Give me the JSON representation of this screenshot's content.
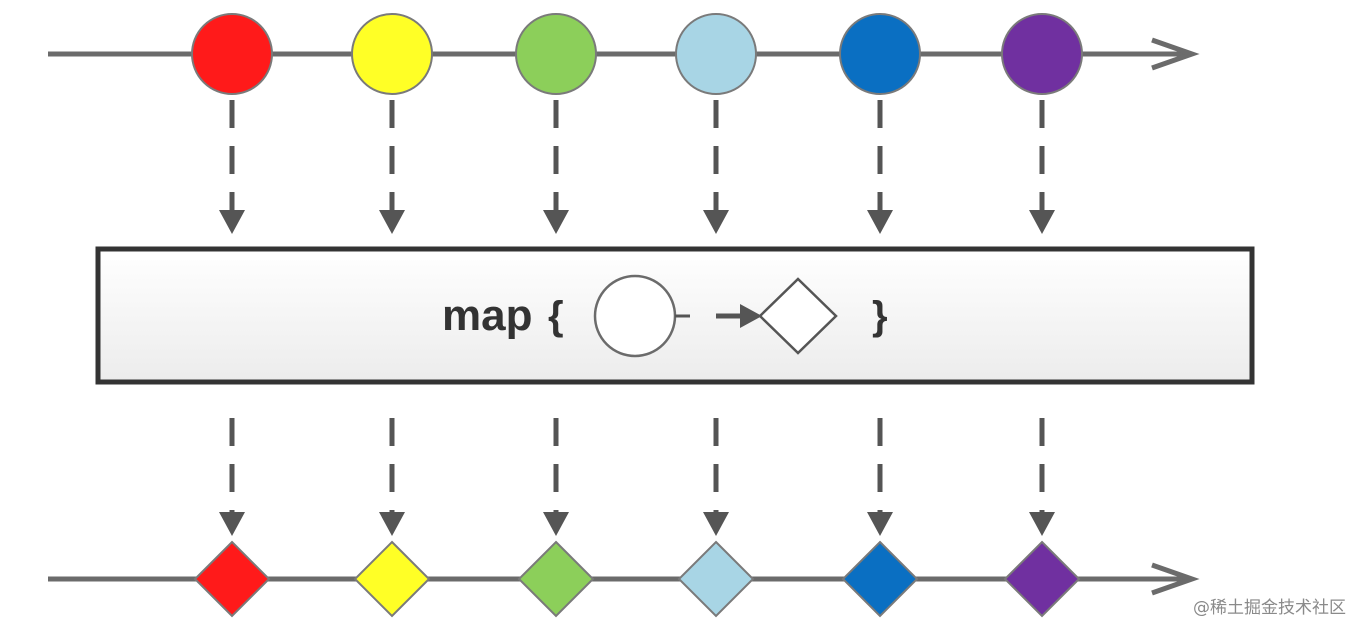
{
  "operator": {
    "name": "map",
    "open_brace": "{",
    "close_brace": "}",
    "input_shape": "circle",
    "output_shape": "diamond"
  },
  "input_stream": {
    "marble_shape": "circle",
    "colors": [
      "#ff1a1a",
      "#ffff26",
      "#8ccf5a",
      "#a8d5e5",
      "#0a6fc2",
      "#7030a0"
    ]
  },
  "output_stream": {
    "marble_shape": "diamond",
    "colors": [
      "#ff1a1a",
      "#ffff26",
      "#8ccf5a",
      "#a8d5e5",
      "#0a6fc2",
      "#7030a0"
    ]
  },
  "watermark": "@稀土掘金技术社区"
}
